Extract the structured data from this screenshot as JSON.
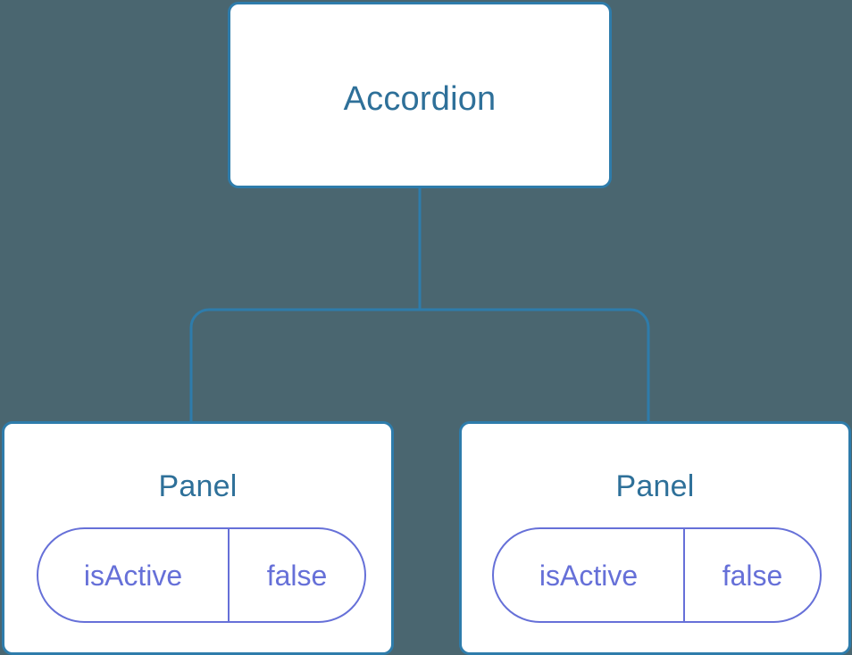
{
  "diagram": {
    "type": "component-tree",
    "background_color": "#4a6670",
    "node_border_color": "#2e7cab",
    "node_title_color": "#2e7099",
    "prop_color": "#6670d8",
    "connector_color": "#2e7cab",
    "root": {
      "title": "Accordion"
    },
    "children": [
      {
        "title": "Panel",
        "props": [
          {
            "key": "isActive",
            "value": "false"
          }
        ]
      },
      {
        "title": "Panel",
        "props": [
          {
            "key": "isActive",
            "value": "false"
          }
        ]
      }
    ]
  }
}
